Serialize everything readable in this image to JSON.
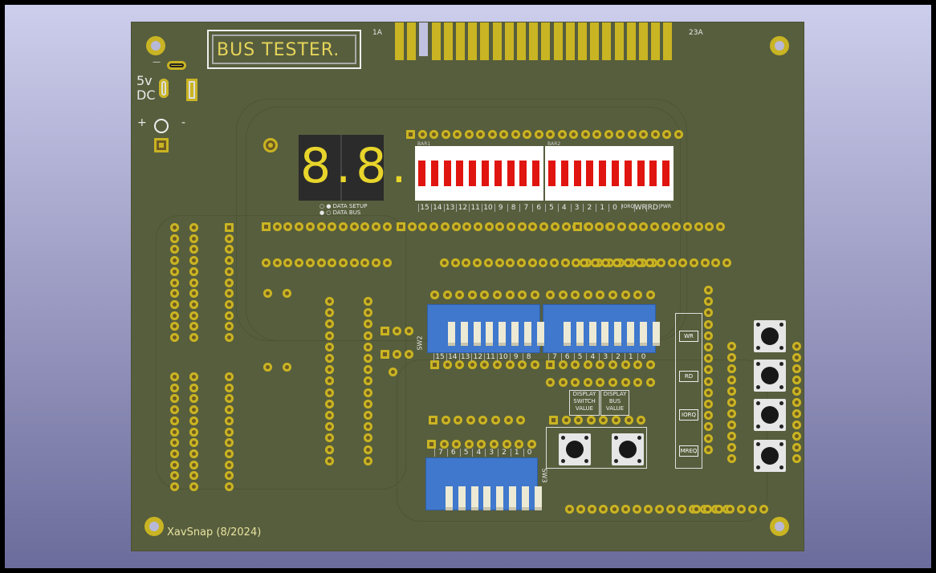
{
  "board": {
    "title": "BUS TESTER.",
    "credit": "XavSnap (8/2024)",
    "connector": {
      "first_label": "1A",
      "last_label": "23A"
    },
    "power": {
      "label_line1": "5v",
      "label_line2": "DC",
      "plus": "+",
      "minus": "-",
      "dash": "—"
    },
    "seven_segment": {
      "digits": "8.8.",
      "legend": [
        "○ ● DATA SETUP",
        "● ○ DATA BUS"
      ]
    },
    "bargraphs": {
      "refs": [
        "BAR1",
        "BAR2"
      ],
      "labels": [
        "15",
        "14",
        "13",
        "12",
        "11",
        "10",
        "9",
        "8",
        "7",
        "6",
        "5",
        "4",
        "3",
        "2",
        "1",
        "0",
        "IORQ",
        "WR",
        "RD",
        "PWR"
      ]
    },
    "dip_switches": {
      "sw2": {
        "ref": "SW2",
        "labels": [
          "15",
          "14",
          "13",
          "12",
          "11",
          "10",
          "9",
          "8"
        ]
      },
      "sw1": {
        "labels": [
          "7",
          "6",
          "5",
          "4",
          "3",
          "2",
          "1",
          "0"
        ]
      },
      "sw3": {
        "ref": "SW3",
        "labels": [
          "7",
          "6",
          "5",
          "4",
          "3",
          "2",
          "1",
          "0"
        ]
      }
    },
    "buttons": {
      "display_switch": "DISPLAY SWITCH VALUE",
      "display_bus": "DISPLAY BUS VALUE"
    },
    "signals": [
      "WR",
      "RD",
      "IORQ",
      "MREQ"
    ],
    "colors": {
      "pcb": "#575e3d",
      "copper": "#c9b423",
      "led": "#e01510",
      "dip": "#3f78cc"
    }
  }
}
